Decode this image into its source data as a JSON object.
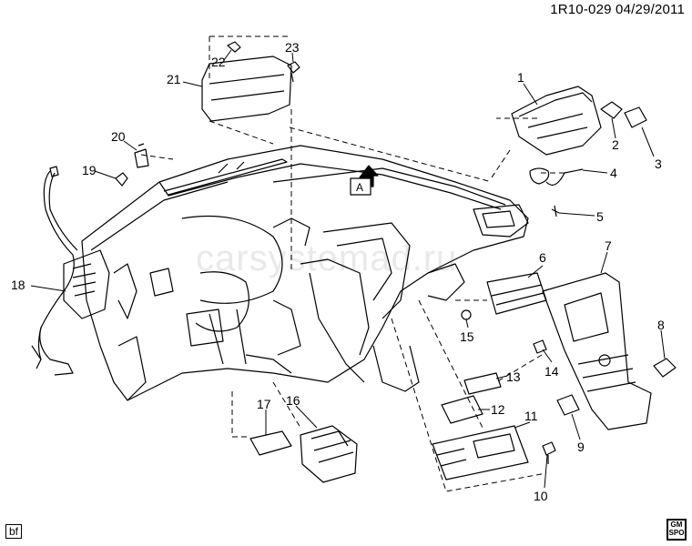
{
  "header": {
    "code": "1R10-029  04/29/2011"
  },
  "watermark": "carsystemad.ru",
  "corner_left": "bf",
  "corner_right_badge": "GM SPO",
  "callouts": [
    "1",
    "2",
    "3",
    "4",
    "5",
    "6",
    "7",
    "8",
    "9",
    "10",
    "11",
    "12",
    "13",
    "14",
    "15",
    "16",
    "17",
    "18",
    "19",
    "20",
    "21",
    "22",
    "23"
  ],
  "view_marker": "A",
  "colors": {
    "line": "#000000",
    "background": "#ffffff",
    "watermark": "#9a9a9a"
  }
}
